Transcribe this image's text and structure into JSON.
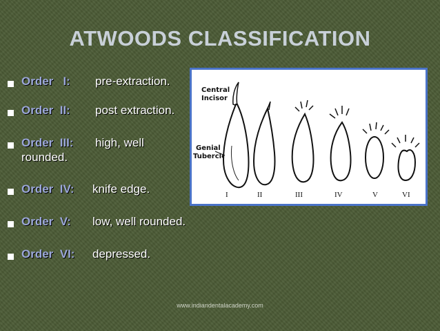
{
  "slide": {
    "title": "ATWOODS CLASSIFICATION",
    "bullets": [
      {
        "order": "Order   I:",
        "desc": "pre-extraction."
      },
      {
        "order": "Order  II:",
        "desc": "post extraction."
      },
      {
        "order": "Order  III:",
        "desc": "high, well",
        "desc2": "rounded."
      },
      {
        "order": "Order  IV:",
        "desc": "knife edge."
      },
      {
        "order": "Order  V:",
        "desc": "low, well rounded."
      },
      {
        "order": "Order  VI:",
        "desc": "depressed."
      }
    ],
    "footer": "www.indiandentalacademy.com"
  },
  "figure": {
    "label_central": "Central",
    "label_incisor": "Incisor",
    "label_genial": "Genial",
    "label_tubercle": "Tubercle",
    "stage_labels": [
      "I",
      "II",
      "III",
      "IV",
      "V",
      "VI"
    ]
  },
  "colors": {
    "background": "#4b5a35",
    "title": "#c8d0d8",
    "order_text": "#9ba7d9",
    "desc_text": "#ffffff",
    "panel_border": "#4a73c8"
  }
}
